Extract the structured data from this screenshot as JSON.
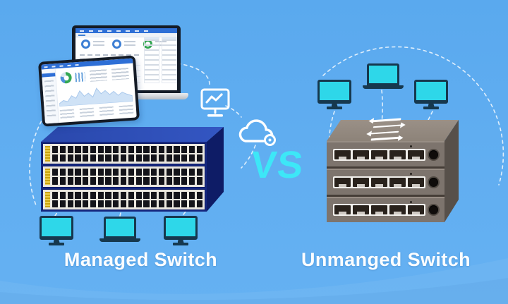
{
  "scene": {
    "background_color": "#5fadf0",
    "accent_cyan": "#3de7f7",
    "caption_color": "#ffffff"
  },
  "vs": {
    "label": "VS",
    "color": "#3de7f7"
  },
  "managed_switch": {
    "label": "Managed Switch",
    "units": 3,
    "port_rows_per_unit": 2,
    "ports_per_row": 20,
    "body_color": "#15277f",
    "top_color": "#2c4cb4",
    "side_color": "#0e1c66",
    "faceplate_color": "#eae7df",
    "label_strip_color": "#d9b21f",
    "port_color": "#14141a",
    "connected_devices": [
      "monitor",
      "laptop",
      "monitor"
    ],
    "management_screens": [
      "laptop-dashboard",
      "tablet-dashboard"
    ]
  },
  "unmanaged_switch": {
    "label": "Unmanged Switch",
    "units": 3,
    "ports_per_unit": 5,
    "body_color": "#7d746d",
    "top_color": "#968c82",
    "side_color": "#57504a",
    "strip_color": "#f2f0ec",
    "port_color": "#29221c",
    "connected_devices": [
      "monitor",
      "laptop",
      "monitor"
    ]
  },
  "icons": {
    "monitoring_screen": "monitor-chart-icon",
    "cloud_management": "cloud-gear-icon",
    "traffic_arrows": "bidirectional-arrows-icon"
  },
  "devices": {
    "screen_color": "#2ed7e9",
    "frame_color": "#16384e"
  }
}
